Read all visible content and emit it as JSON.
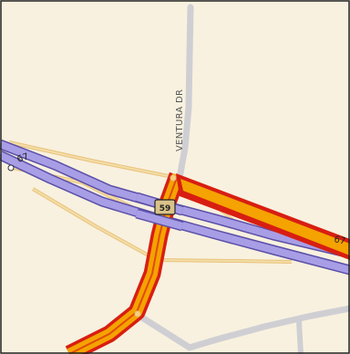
{
  "map": {
    "colors": {
      "land": "#f8f1df",
      "frame": "#222222",
      "minor_road": "#d4d4d8",
      "minor_road_casing": "#c8c8cc",
      "highway_fill": "#a89ee6",
      "highway_casing": "#5b4fa8",
      "ramp_fill": "#f4dda8",
      "ramp_casing": "#e8c27a",
      "trunk_fill": "#f4a300",
      "trunk_casing": "#d81e12",
      "shield_fill": "#d9c38a",
      "shield_border": "#222222"
    },
    "labels": {
      "street_venture": "VENTURA DR",
      "highway_ref_west": "67",
      "highway_ref_east": "67",
      "shield_ref": "59"
    }
  }
}
